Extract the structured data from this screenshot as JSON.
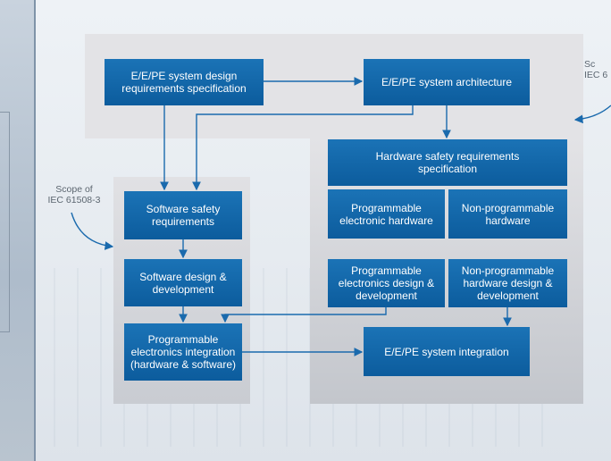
{
  "colors": {
    "box": "#0c5c9d",
    "arrow": "#1a6aad",
    "region": "#e3e3e6"
  },
  "diagram": {
    "boxes": {
      "system_design_req": "E/E/PE system design\nrequirements specification",
      "system_architecture": "E/E/PE system architecture",
      "hw_safety_req": "Hardware safety requirements\nspecification",
      "programmable_hw": "Programmable\nelectronic hardware",
      "non_programmable_hw": "Non-programmable\nhardware",
      "programmable_design": "Programmable\nelectronics design &\ndevelopment",
      "non_programmable_design": "Non-programmable\nhardware design &\ndevelopment",
      "sw_safety_req": "Software safety\nrequirements",
      "sw_design": "Software design &\ndevelopment",
      "pe_integration": "Programmable\nelectronics integration\n(hardware & software)",
      "system_integration": "E/E/PE system integration"
    },
    "scope_left": "Scope of\nIEC 61508-3",
    "scope_right": "Sc\nIEC 6"
  }
}
